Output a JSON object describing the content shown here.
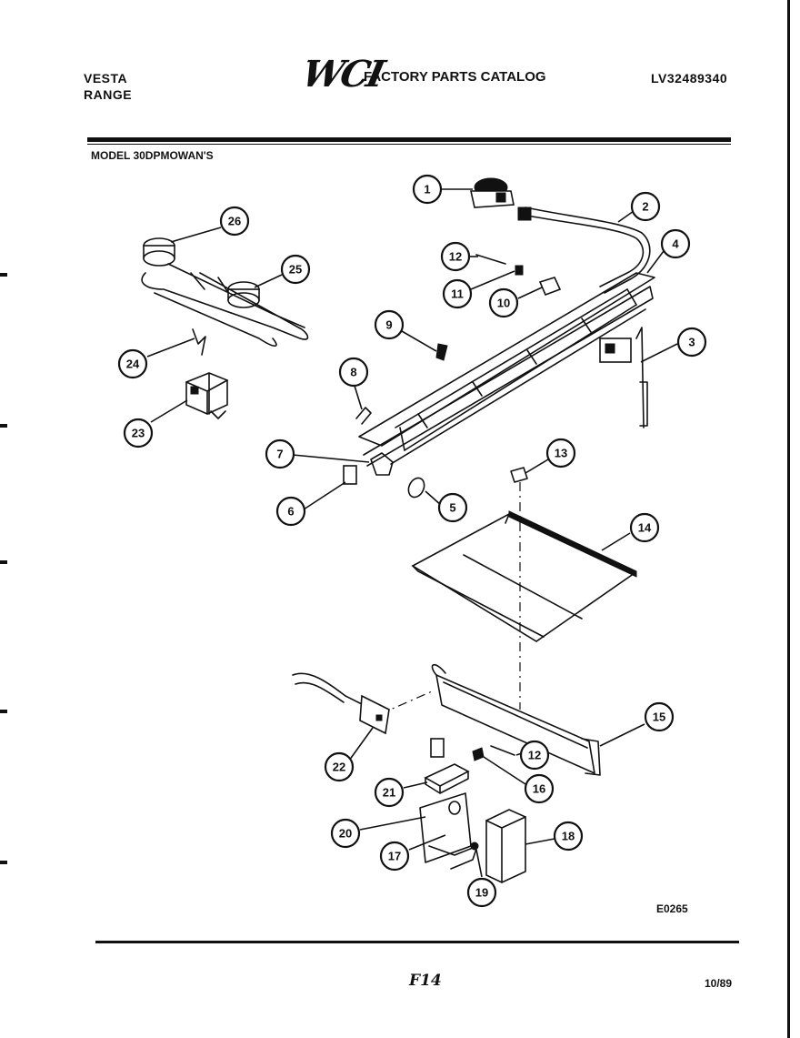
{
  "header": {
    "brand_line1": "VESTA",
    "brand_line2": "RANGE",
    "logo_text": "WCI",
    "catalog_title": "FACTORY PARTS CATALOG",
    "catalog_number": "LV32489340"
  },
  "model_line": "MODEL 30DPMOWAN'S",
  "callouts": [
    "1",
    "2",
    "3",
    "4",
    "5",
    "6",
    "7",
    "8",
    "9",
    "10",
    "11",
    "12",
    "13",
    "14",
    "15",
    "12",
    "16",
    "17",
    "18",
    "19",
    "20",
    "21",
    "22",
    "23",
    "24",
    "25",
    "26"
  ],
  "footer": {
    "drawing_code": "E0265",
    "page_number": "F14",
    "date": "10/89"
  },
  "colors": {
    "ink": "#111111",
    "paper": "#ffffff"
  }
}
